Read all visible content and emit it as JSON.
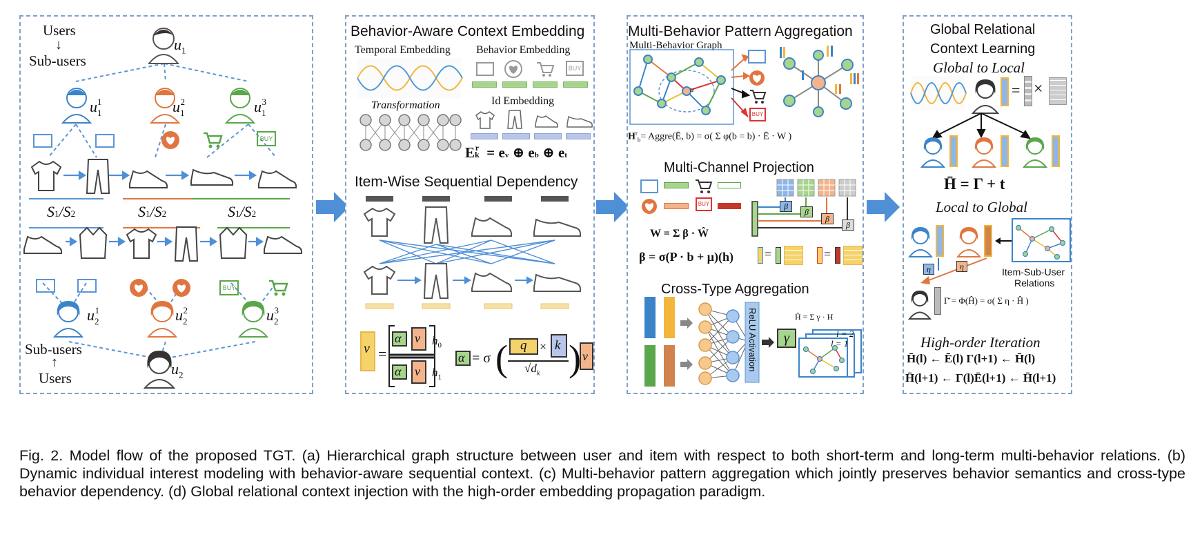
{
  "panel_a": {
    "users_top": "Users",
    "down_arrow": "↓",
    "subusers_top": "Sub-users",
    "u1": "u",
    "u1_sub": "1",
    "u1_1": "u",
    "u1_2": "u",
    "u1_3": "u",
    "u2": "u",
    "u2_sub": "2",
    "u2_1": "u",
    "u2_2": "u",
    "u2_3": "u",
    "seq1": "S",
    "seq2": "S",
    "seq3": "S",
    "subusers_bottom": "Sub-users",
    "up_arrow": "↑",
    "users_bottom": "Users",
    "buy": "BUY"
  },
  "panel_b": {
    "title": "Behavior-Aware Context Embedding",
    "temporal": "Temporal Embedding",
    "behavior": "Behavior Embedding",
    "transformation": "Transformation",
    "id": "Id Embedding",
    "formula_e": "E",
    "formula_rest": "= e ⊕ e ⊕ e",
    "dependency_title": "Item-Wise Sequential Dependency",
    "v": "v",
    "alpha": "α",
    "h0": "h",
    "h1": "h",
    "q": "q",
    "k": "k",
    "sigma": "= σ",
    "dk": "√d",
    "times": "×",
    "equals": "="
  },
  "panel_c": {
    "title": "Multi-Behavior Pattern Aggregation",
    "graph_label": "Multi-Behavior Graph",
    "ui_label": "u",
    "formula_h": "H",
    "formula_h_rest": "= Aggre(Ē, b) = σ( Σ φ(b = b) · Ē · W )",
    "projection_title": "Multi-Channel Projection",
    "wb_formula": "W = Σ β · Ŵ",
    "beta_formula": "β = σ(P · b + μ)(h)",
    "beta": "β",
    "cross_title": "Cross-Type Aggregation",
    "relu": "ReLU Activation",
    "gamma": "γ",
    "cross_formula": "Ĥ = Σ γ · H",
    "l2": "l = 2",
    "l1": "l = 1",
    "buy": "BUY"
  },
  "panel_d": {
    "title_line1": "Global Relational",
    "title_line2": "Context Learning",
    "global_to_local": "Global to Local",
    "times": "×",
    "equals": "=",
    "h_formula": "H̄ = Γ + t",
    "local_to_global": "Local to Global",
    "relations_line1": "Item-Sub-User",
    "relations_line2": "Relations",
    "eta": "η",
    "gamma_formula": "Γ̄ = Φ(Ĥ) = σ( Σ η · Ĥ )",
    "iteration_title": "High-order Iteration",
    "iter_line1": "H̄(l) ← Ē(l)   Γ(l+1) ← H̄(l)",
    "iter_line2": "H̄(l+1) ← Γ(l)Ē(l+1) ← H̄(l+1)"
  },
  "caption": "Fig. 2. Model flow of the proposed TGT. (a) Hierarchical graph structure between user and item with respect to both short-term and long-term multi-behavior relations. (b) Dynamic individual interest modeling with behavior-aware sequential context. (c) Multi-behavior pattern aggregation which jointly preserves behavior semantics and cross-type behavior dependency. (d) Global relational context injection with the high-order embedding propagation paradigm.",
  "colors": {
    "panel_border": "#7fa1c8",
    "arrow_blue": "#4f8fd6",
    "blue_user": "#3b84c9",
    "orange_user": "#e0763f",
    "green_user": "#5aa64a",
    "yellow": "#f6d36a",
    "peach": "#f4b48b",
    "green_box": "#a8d58d",
    "lavender": "#b9c6ea"
  }
}
